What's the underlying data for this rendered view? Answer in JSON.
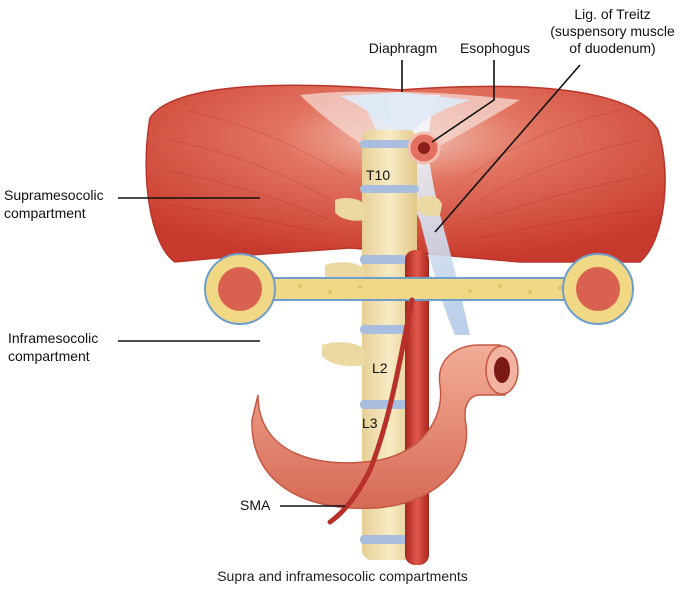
{
  "labels": {
    "diaphragm": "Diaphragm",
    "esophagus": "Esophogus",
    "treitz_1": "Lig. of Treitz",
    "treitz_2": "(suspensory muscle",
    "treitz_3": "of duodenum)",
    "supra_1": "Supramesocolic",
    "supra_2": "compartment",
    "infra_1": "Inframesocolic",
    "infra_2": "compartment",
    "t10": "T10",
    "l2": "L2",
    "l3": "L3",
    "sma": "SMA"
  },
  "caption": "Supra and inframesocolic compartments",
  "colors": {
    "muscle": "#d4493a",
    "muscle_light": "#e98a78",
    "bone": "#f3e2b4",
    "disc": "#a9bede",
    "artery": "#c8342b",
    "duodenum": "#e58a74",
    "mesocolon": "#f1d885",
    "ligament": "#c9d9ee"
  }
}
